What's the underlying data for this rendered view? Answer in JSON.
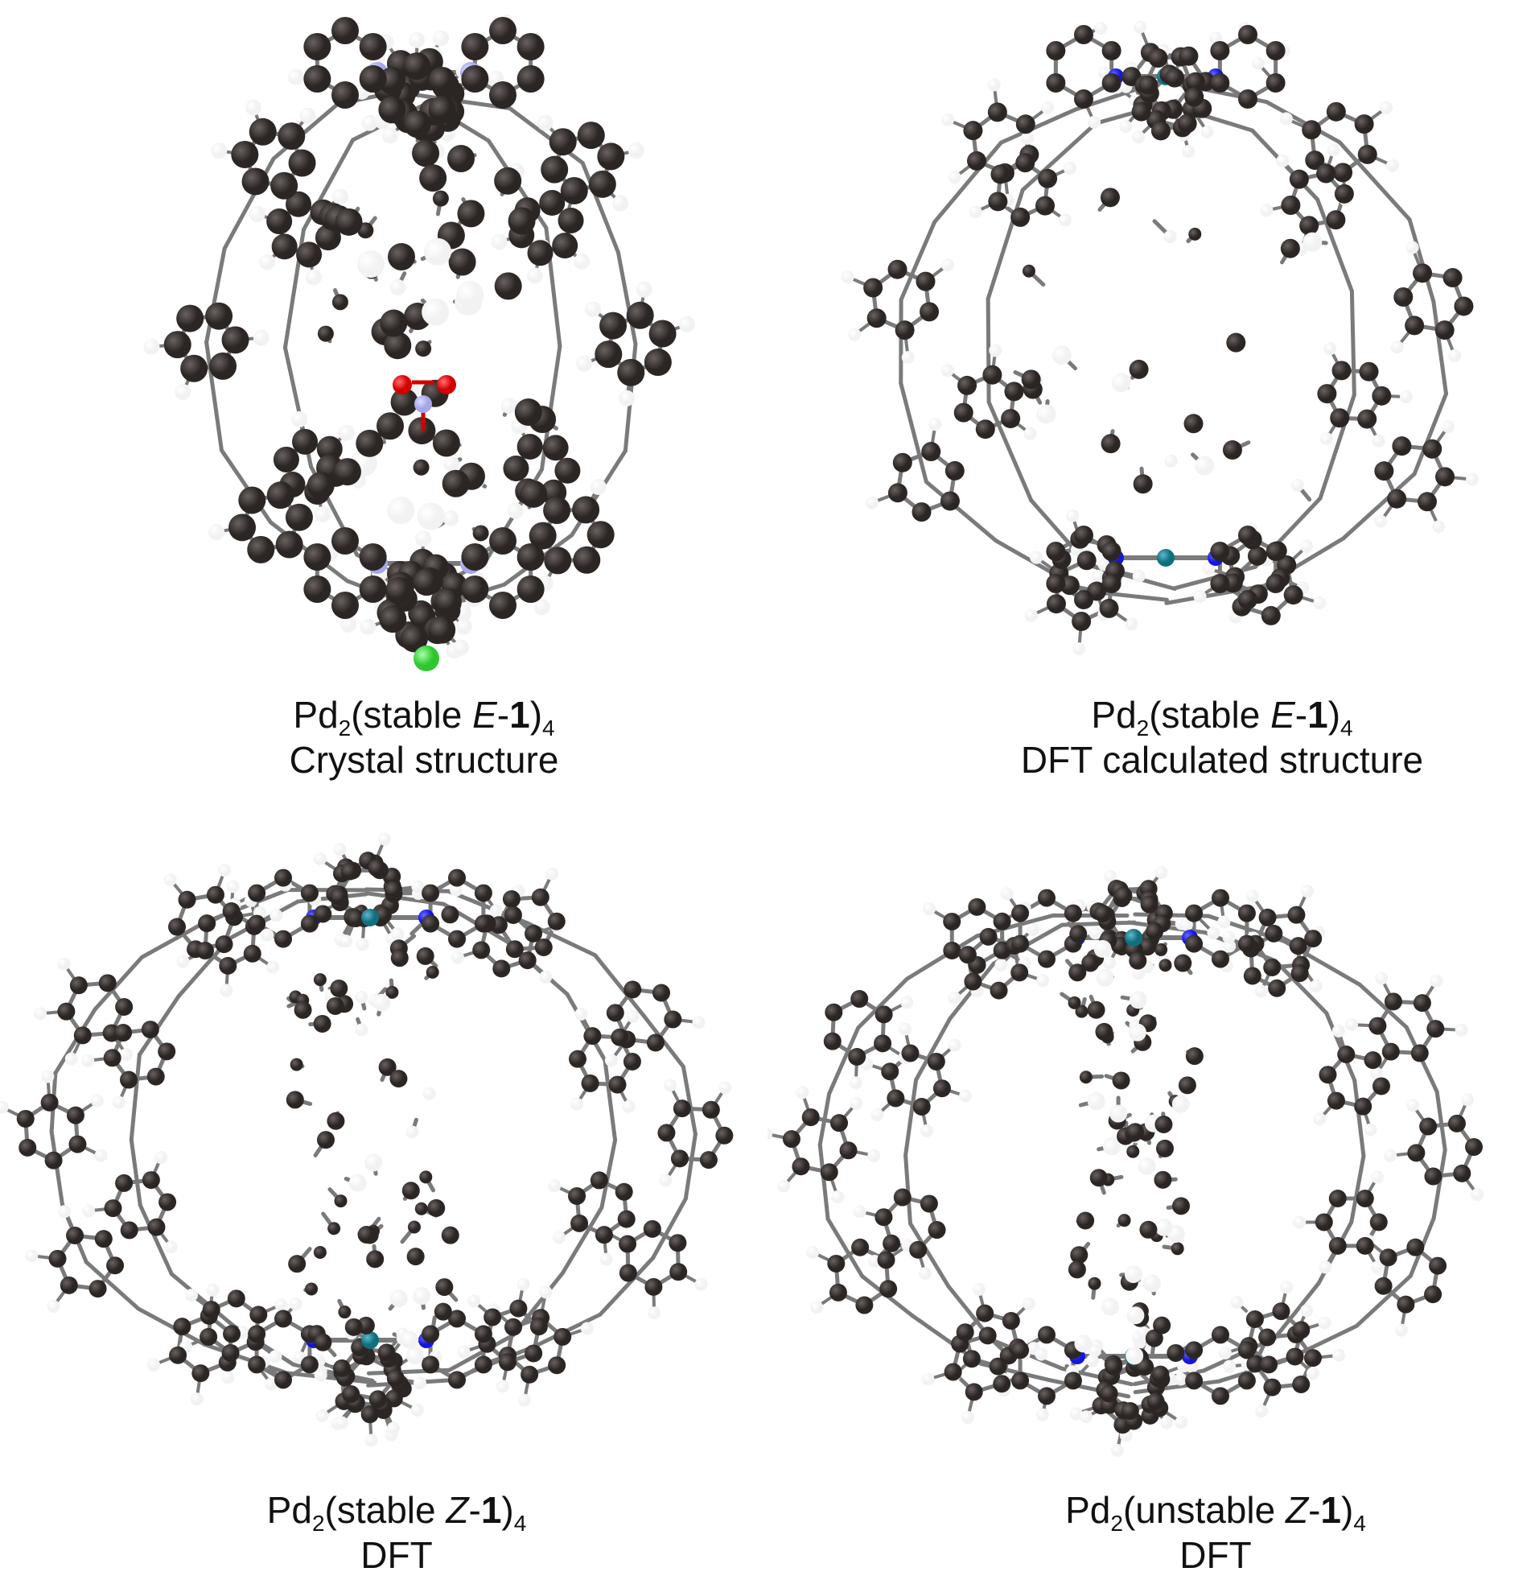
{
  "panels": [
    {
      "id": "stable-E-crystal",
      "caption_prefix": "Pd",
      "caption_sub": "2",
      "caption_open": "(stable ",
      "caption_italic": "E",
      "caption_dash": "-",
      "caption_bold": "1",
      "caption_close": ")",
      "caption_sub2": "4",
      "caption_line2": "Crystal structure"
    },
    {
      "id": "stable-E-dft",
      "caption_prefix": "Pd",
      "caption_sub": "2",
      "caption_open": "(stable ",
      "caption_italic": "E",
      "caption_dash": "-",
      "caption_bold": "1",
      "caption_close": ")",
      "caption_sub2": "4",
      "caption_line2": "DFT calculated structure"
    },
    {
      "id": "stable-Z-dft",
      "caption_prefix": "Pd",
      "caption_sub": "2",
      "caption_open": "(stable ",
      "caption_italic": "Z",
      "caption_dash": "-",
      "caption_bold": "1",
      "caption_close": ")",
      "caption_sub2": "4",
      "caption_line2": "DFT"
    },
    {
      "id": "unstable-Z-dft",
      "caption_prefix": "Pd",
      "caption_sub": "2",
      "caption_open": "(unstable ",
      "caption_italic": "Z",
      "caption_dash": "-",
      "caption_bold": "1",
      "caption_close": ")",
      "caption_sub2": "4",
      "caption_line2": "DFT"
    }
  ],
  "colors": {
    "carbon": "#2b2624",
    "hydrogen": "#f2f2f2",
    "nitrogen_crystal": "#a6a6e8",
    "nitrogen_dft": "#1515e0",
    "palladium": "#0f6f80",
    "oxygen": "#d40000",
    "chloride": "#2ec82e",
    "bond": "#7a7a7a"
  }
}
